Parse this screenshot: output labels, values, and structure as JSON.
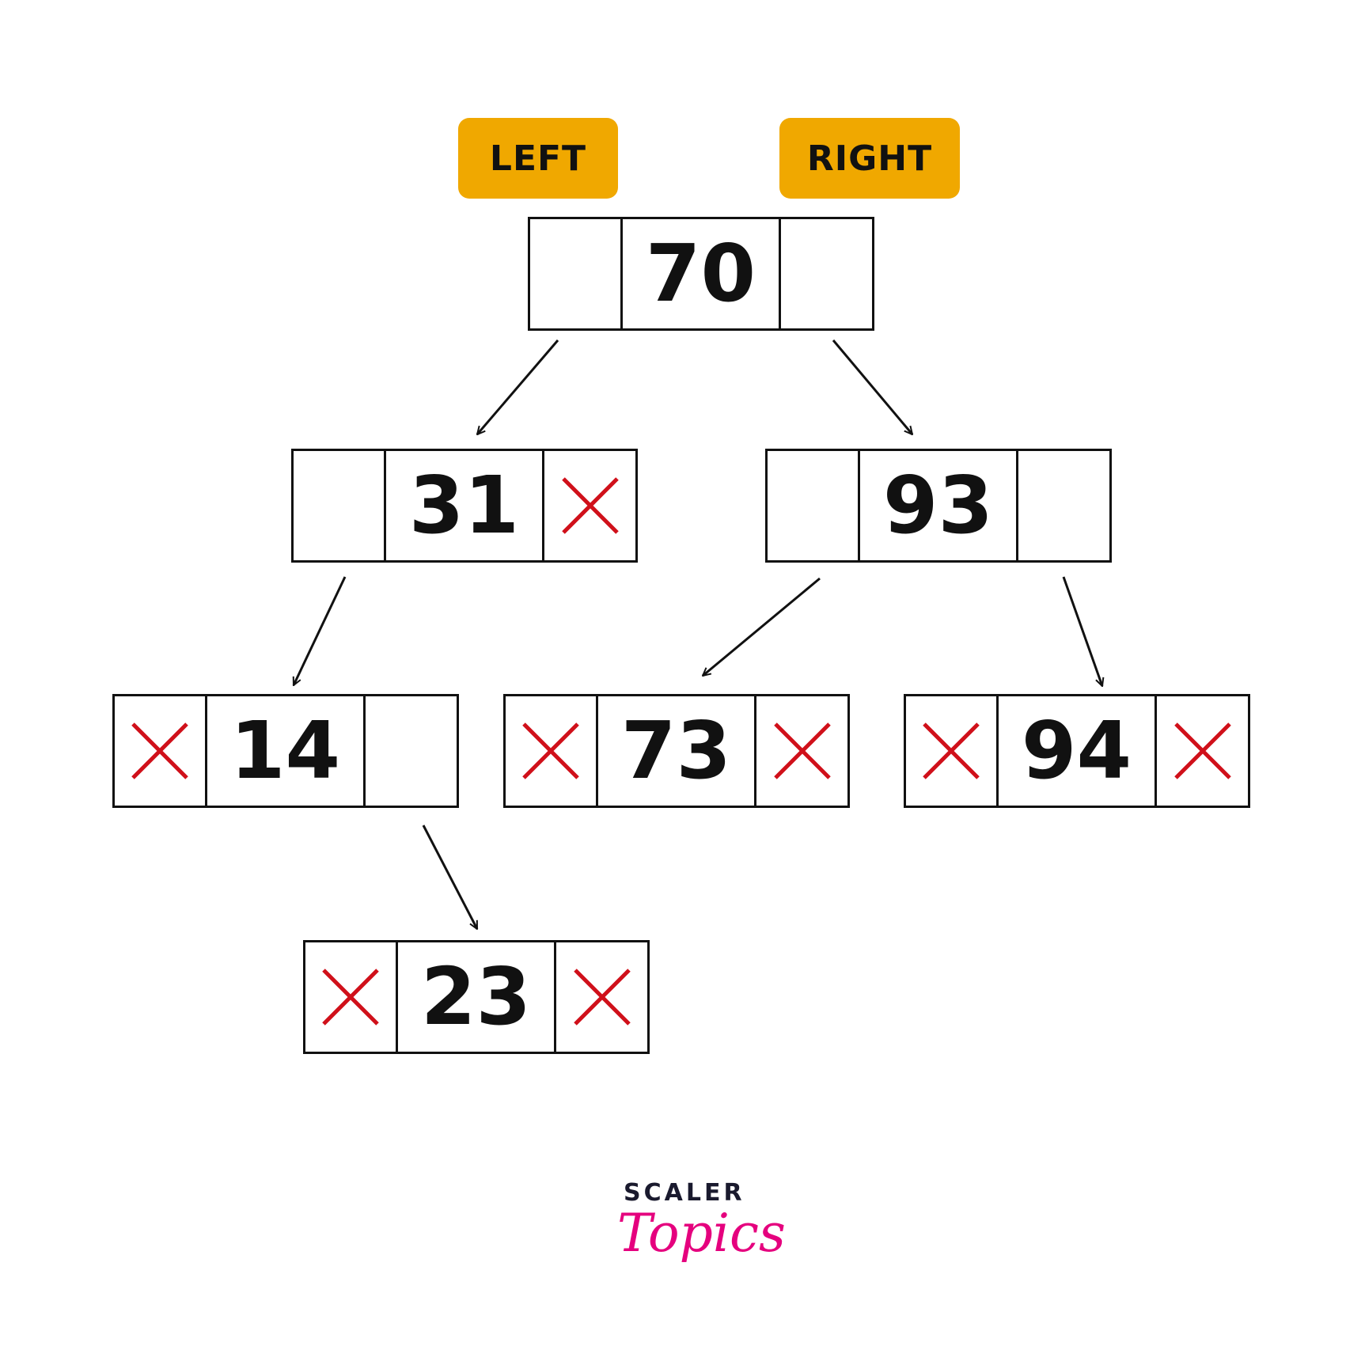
{
  "labels": {
    "left": "LEFT",
    "right": "RIGHT"
  },
  "nodes": [
    {
      "id": "70",
      "value": "70",
      "left_null": false,
      "right_null": false
    },
    {
      "id": "31",
      "value": "31",
      "left_null": false,
      "right_null": true
    },
    {
      "id": "93",
      "value": "93",
      "left_null": false,
      "right_null": false
    },
    {
      "id": "14",
      "value": "14",
      "left_null": true,
      "right_null": false
    },
    {
      "id": "73",
      "value": "73",
      "left_null": true,
      "right_null": true
    },
    {
      "id": "94",
      "value": "94",
      "left_null": true,
      "right_null": true
    },
    {
      "id": "23",
      "value": "23",
      "left_null": true,
      "right_null": true
    }
  ],
  "edges": [
    {
      "from": "70",
      "to": "31"
    },
    {
      "from": "70",
      "to": "93"
    },
    {
      "from": "31",
      "to": "14"
    },
    {
      "from": "93",
      "to": "73"
    },
    {
      "from": "93",
      "to": "94"
    },
    {
      "from": "14",
      "to": "23"
    }
  ],
  "colors": {
    "label_bg": "#F0A800",
    "null_mark": "#D0101A",
    "border": "#111111",
    "logo_accent": "#E5007E"
  },
  "logo": {
    "line1": "SCALER",
    "line2": "Topics"
  }
}
